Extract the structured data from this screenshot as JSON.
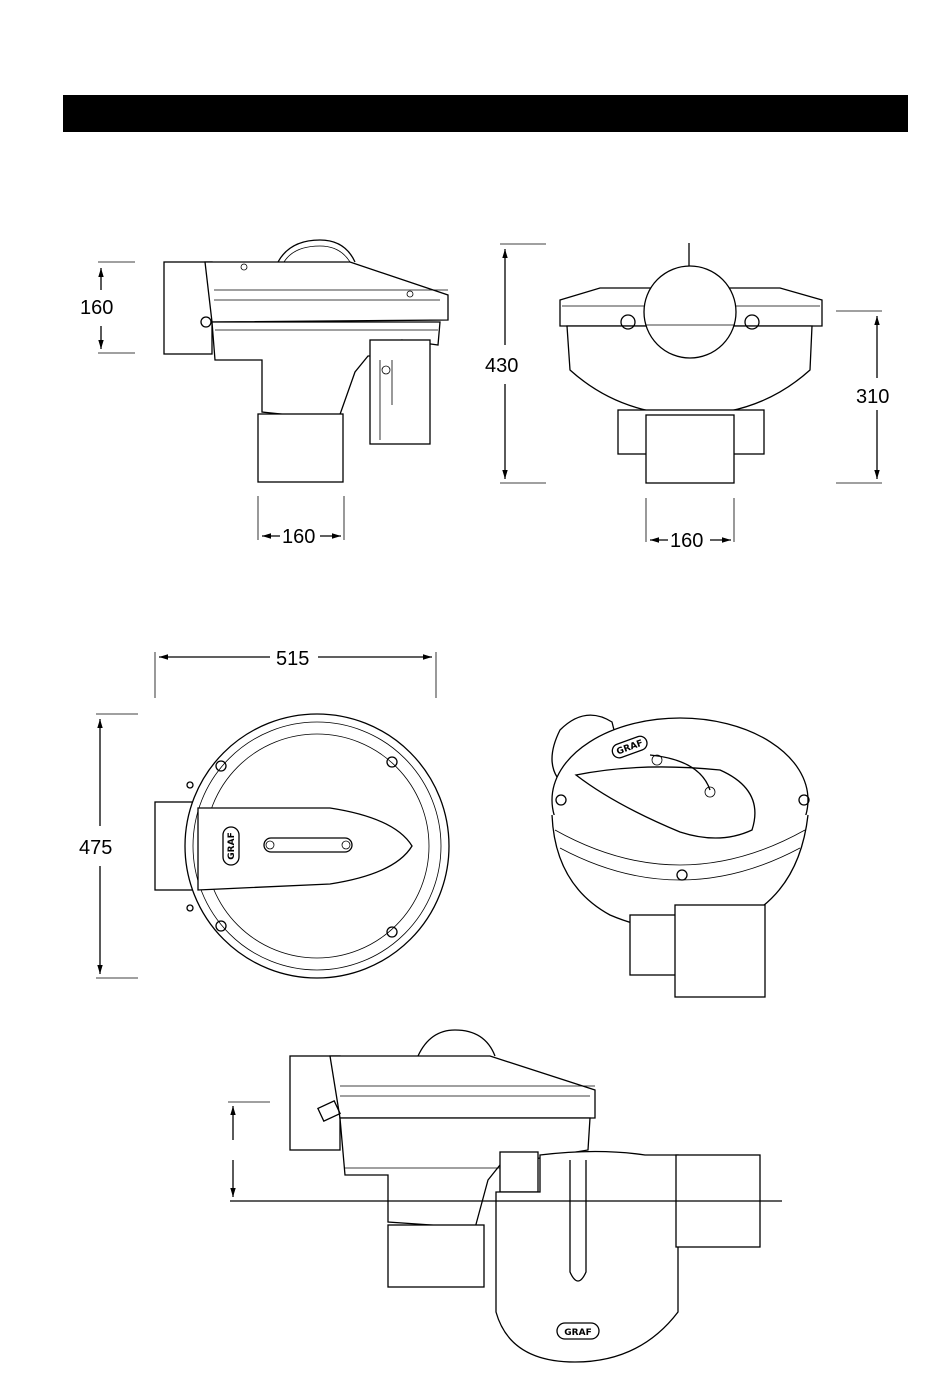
{
  "header": {
    "title": ""
  },
  "dimensions": {
    "side_height": "160",
    "side_outlet_width": "160",
    "front_total_height": "430",
    "front_body_height": "310",
    "front_outlet_width": "160",
    "top_width": "515",
    "top_depth": "475"
  },
  "brand": {
    "logo_text": "GRAF"
  },
  "icons": [
    "arrow-head",
    "bolt",
    "handle"
  ],
  "colors": {
    "line": "#000000",
    "background": "#ffffff",
    "header_bar": "#000000"
  }
}
